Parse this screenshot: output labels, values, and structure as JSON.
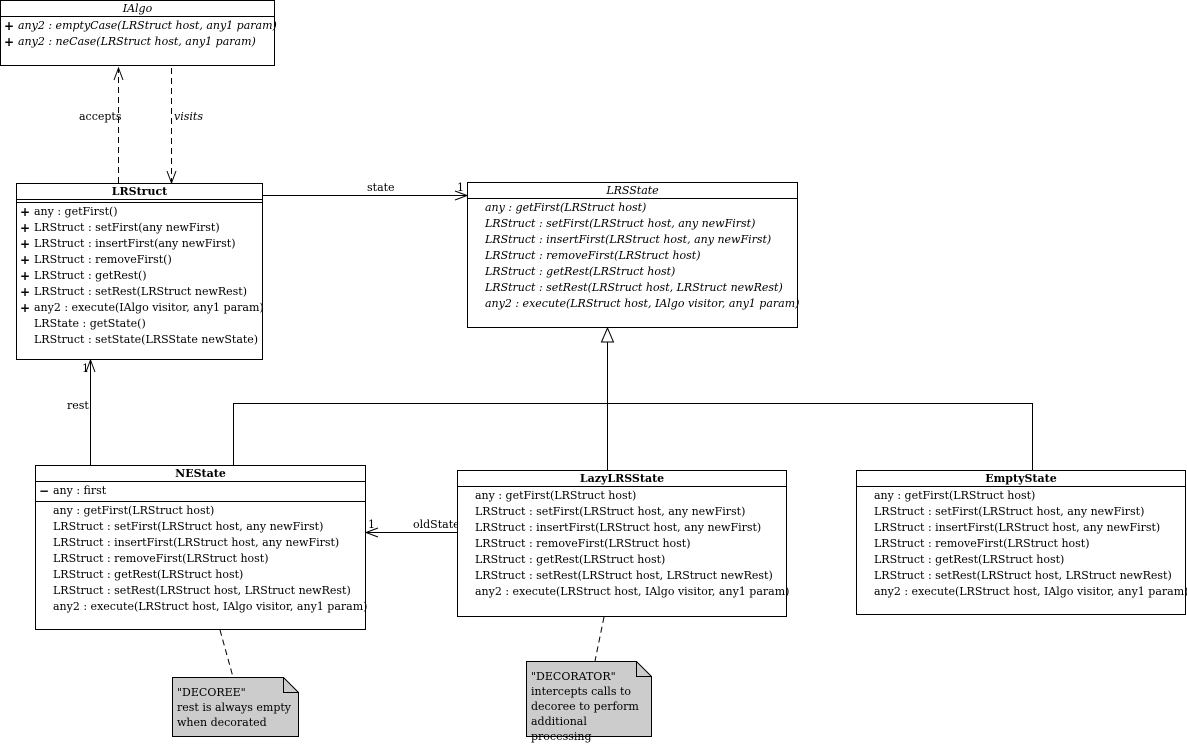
{
  "ialgo": {
    "name": "IAlgo",
    "methods": [
      {
        "vis": "+",
        "text": "any2 : emptyCase(LRStruct host, any1 param)"
      },
      {
        "vis": "+",
        "text": "any2 : neCase(LRStruct host, any1 param)"
      }
    ]
  },
  "lrstruct": {
    "name": "LRStruct",
    "methods": [
      {
        "vis": "+",
        "text": "any : getFirst()"
      },
      {
        "vis": "+",
        "text": "LRStruct : setFirst(any newFirst)"
      },
      {
        "vis": "+",
        "text": "LRStruct : insertFirst(any newFirst)"
      },
      {
        "vis": "+",
        "text": "LRStruct : removeFirst()"
      },
      {
        "vis": "+",
        "text": "LRStruct : getRest()"
      },
      {
        "vis": "+",
        "text": "LRStruct : setRest(LRStruct newRest)"
      },
      {
        "vis": "+",
        "text": "any2 : execute(IAlgo visitor, any1 param)"
      },
      {
        "vis": "",
        "text": "LRState : getState()"
      },
      {
        "vis": "",
        "text": "LRStruct : setState(LRSState newState)"
      }
    ]
  },
  "lrsstate": {
    "name": "LRSState",
    "methods": [
      {
        "vis": "",
        "text": "any : getFirst(LRStruct host)"
      },
      {
        "vis": "",
        "text": "LRStruct : setFirst(LRStruct host, any newFirst)"
      },
      {
        "vis": "",
        "text": "LRStruct : insertFirst(LRStruct host, any newFirst)"
      },
      {
        "vis": "",
        "text": "LRStruct : removeFirst(LRStruct host)"
      },
      {
        "vis": "",
        "text": "LRStruct : getRest(LRStruct host)"
      },
      {
        "vis": "",
        "text": "LRStruct : setRest(LRStruct host, LRStruct newRest)"
      },
      {
        "vis": "",
        "text": "any2 : execute(LRStruct host, IAlgo visitor, any1 param)"
      }
    ]
  },
  "nestate": {
    "name": "NEState",
    "attributes": [
      {
        "vis": "−",
        "text": "any : first"
      }
    ],
    "methods": [
      {
        "vis": "",
        "text": "any : getFirst(LRStruct host)"
      },
      {
        "vis": "",
        "text": "LRStruct : setFirst(LRStruct host, any newFirst)"
      },
      {
        "vis": "",
        "text": "LRStruct : insertFirst(LRStruct host, any newFirst)"
      },
      {
        "vis": "",
        "text": "LRStruct : removeFirst(LRStruct host)"
      },
      {
        "vis": "",
        "text": "LRStruct : getRest(LRStruct host)"
      },
      {
        "vis": "",
        "text": "LRStruct : setRest(LRStruct host, LRStruct newRest)"
      },
      {
        "vis": "",
        "text": "any2 : execute(LRStruct host, IAlgo visitor, any1 param)"
      }
    ]
  },
  "lazylrsstate": {
    "name": "LazyLRSState",
    "methods": [
      {
        "vis": "",
        "text": "any : getFirst(LRStruct host)"
      },
      {
        "vis": "",
        "text": "LRStruct : setFirst(LRStruct host, any newFirst)"
      },
      {
        "vis": "",
        "text": "LRStruct : insertFirst(LRStruct host, any newFirst)"
      },
      {
        "vis": "",
        "text": "LRStruct : removeFirst(LRStruct host)"
      },
      {
        "vis": "",
        "text": "LRStruct : getRest(LRStruct host)"
      },
      {
        "vis": "",
        "text": "LRStruct : setRest(LRStruct host, LRStruct newRest)"
      },
      {
        "vis": "",
        "text": "any2 : execute(LRStruct host, IAlgo visitor, any1 param)"
      }
    ]
  },
  "emptystate": {
    "name": "EmptyState",
    "methods": [
      {
        "vis": "",
        "text": "any : getFirst(LRStruct host)"
      },
      {
        "vis": "",
        "text": "LRStruct : setFirst(LRStruct host, any newFirst)"
      },
      {
        "vis": "",
        "text": "LRStruct : insertFirst(LRStruct host, any newFirst)"
      },
      {
        "vis": "",
        "text": "LRStruct : removeFirst(LRStruct host)"
      },
      {
        "vis": "",
        "text": "LRStruct : getRest(LRStruct host)"
      },
      {
        "vis": "",
        "text": "LRStruct : setRest(LRStruct host, LRStruct newRest)"
      },
      {
        "vis": "",
        "text": "any2 : execute(LRStruct host, IAlgo visitor, any1 param)"
      }
    ]
  },
  "labels": {
    "accepts": "accepts",
    "visits": "visits",
    "state": "state",
    "state_mult": "1",
    "rest": "rest",
    "rest_mult": "1",
    "oldstate": "oldState",
    "oldstate_mult": "1"
  },
  "notes": {
    "decoree": [
      "\"DECOREE\"",
      "rest is always empty",
      "when decorated"
    ],
    "decorator": [
      "\"DECORATOR\"",
      "intercepts calls to",
      "decoree to perform",
      "additional processing"
    ]
  },
  "colors": {
    "line": "#000000",
    "note_fill": "#cccccc",
    "background": "#ffffff"
  }
}
